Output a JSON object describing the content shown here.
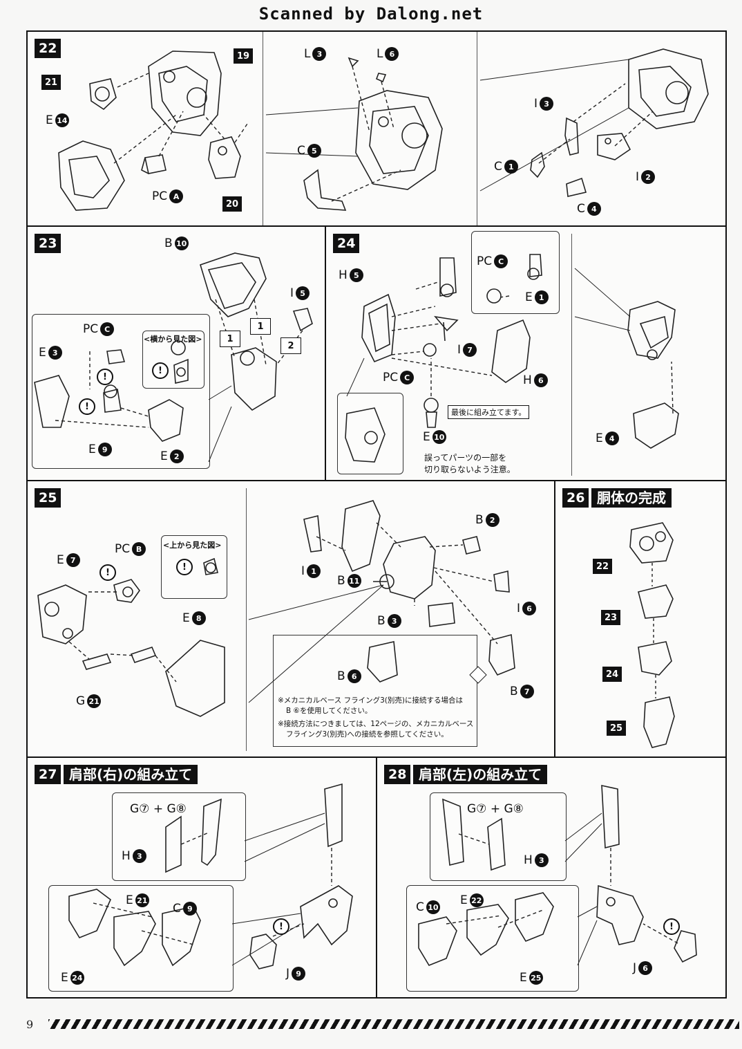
{
  "header": {
    "text": "Scanned by Dalong.net"
  },
  "page_number": "9",
  "steps": {
    "s22": {
      "num": "22",
      "labels": {
        "p19": "19",
        "p21": "21",
        "e14_l": "E",
        "e14_n": "14",
        "pca_l": "PC",
        "pca_n": "A",
        "p20": "20",
        "l3_l": "L",
        "l3_n": "3",
        "l6_l": "L",
        "l6_n": "6",
        "c5_l": "C",
        "c5_n": "5",
        "i3_l": "I",
        "i3_n": "3",
        "c1_l": "C",
        "c1_n": "1",
        "i2_l": "I",
        "i2_n": "2",
        "c4_l": "C",
        "c4_n": "4"
      }
    },
    "s23": {
      "num": "23",
      "labels": {
        "b10_l": "B",
        "b10_n": "10",
        "i5_l": "I",
        "i5_n": "5",
        "pcc_l": "PC",
        "pcc_n": "C",
        "e3_l": "E",
        "e3_n": "3",
        "e9_l": "E",
        "e9_n": "9",
        "e2_l": "E",
        "e2_n": "2",
        "side_view": "<横から見た図>",
        "o1a": "1",
        "o1b": "1",
        "o2": "2"
      }
    },
    "s24": {
      "num": "24",
      "labels": {
        "h5_l": "H",
        "h5_n": "5",
        "pcc1_l": "PC",
        "pcc1_n": "C",
        "e1_l": "E",
        "e1_n": "1",
        "i7_l": "I",
        "i7_n": "7",
        "h6_l": "H",
        "h6_n": "6",
        "pcc2_l": "PC",
        "pcc2_n": "C",
        "e10_l": "E",
        "e10_n": "10",
        "e4_l": "E",
        "e4_n": "4",
        "last_note": "最後に組み立てます。",
        "warn_1": "誤ってパーツの一部を",
        "warn_2": "切り取らないよう注意。"
      }
    },
    "s25": {
      "num": "25",
      "labels": {
        "e7_l": "E",
        "e7_n": "7",
        "pcb_l": "PC",
        "pcb_n": "B",
        "top_view": "<上から見た図>",
        "e8_l": "E",
        "e8_n": "8",
        "g21_l": "G",
        "g21_n": "21",
        "i1_l": "I",
        "i1_n": "1",
        "b11_l": "B",
        "b11_n": "11",
        "b2_l": "B",
        "b2_n": "2",
        "i6_l": "I",
        "i6_n": "6",
        "b3_l": "B",
        "b3_n": "3",
        "b6_l": "B",
        "b6_n": "6",
        "b7_l": "B",
        "b7_n": "7",
        "note1_a": "※メカニカルベース フライング3(別売)に接続する場合は",
        "note1_b": "B ⑥を使用してください。",
        "note2_a": "※接続方法につきましては、12ページの、メカニカルベース",
        "note2_b": "フライング3(別売)への接続を参照してください。"
      }
    },
    "s26": {
      "num": "26",
      "title": "胴体の完成",
      "labels": {
        "p22": "22",
        "p23": "23",
        "p24": "24",
        "p25": "25"
      }
    },
    "s27": {
      "num": "27",
      "title": "肩部(右)の組み立て",
      "labels": {
        "g78": "G⑦ + G⑧",
        "h3_l": "H",
        "h3_n": "3",
        "e21_l": "E",
        "e21_n": "21",
        "c9_l": "C",
        "c9_n": "9",
        "e24_l": "E",
        "e24_n": "24",
        "j9_l": "J",
        "j9_n": "9"
      }
    },
    "s28": {
      "num": "28",
      "title": "肩部(左)の組み立て",
      "labels": {
        "g78": "G⑦ + G⑧",
        "h3_l": "H",
        "h3_n": "3",
        "c10_l": "C",
        "c10_n": "10",
        "e22_l": "E",
        "e22_n": "22",
        "e25_l": "E",
        "e25_n": "25",
        "j6_l": "J",
        "j6_n": "6"
      }
    }
  }
}
